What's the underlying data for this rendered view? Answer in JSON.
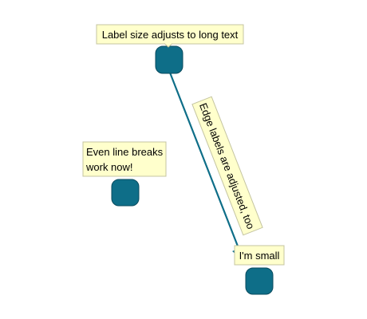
{
  "diagram": {
    "nodes": [
      {
        "id": "top",
        "label": "Label size adjusts to long text"
      },
      {
        "id": "left",
        "label_lines": [
          "Even line breaks",
          "work now!"
        ]
      },
      {
        "id": "bottom",
        "label": "I'm small"
      }
    ],
    "edges": [
      {
        "from": "top",
        "to": "bottom",
        "label": "Edge labels are adjusted, too"
      }
    ]
  },
  "colors": {
    "node_fill": "#0e6e88",
    "node_stroke": "#0a4b5e",
    "edge": "#0e6e88",
    "label_fill": "#ffffcc",
    "label_stroke": "#c4c4a0",
    "label_text": "#000000"
  }
}
